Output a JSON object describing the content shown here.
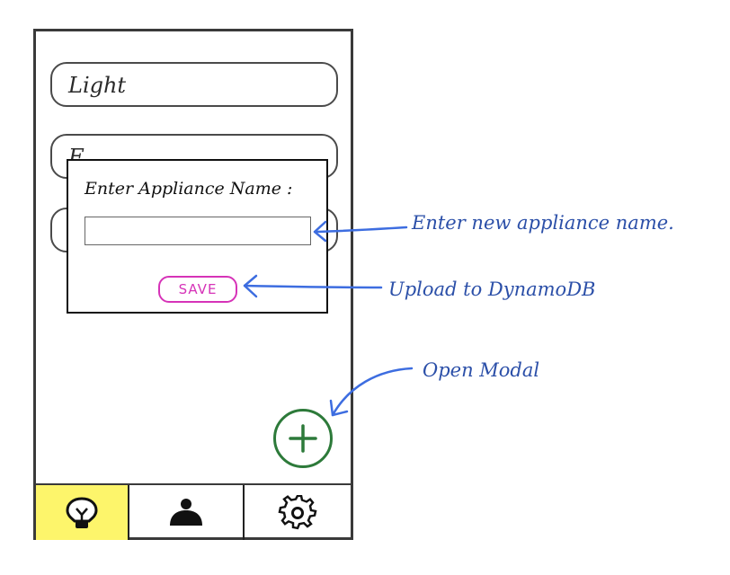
{
  "list": {
    "items": [
      {
        "label": "Light"
      },
      {
        "label": "F"
      },
      {
        "label": ""
      }
    ]
  },
  "modal": {
    "title": "Enter Appliance Name :",
    "input_value": "",
    "save_label": "SAVE"
  },
  "tabs": [
    {
      "icon": "lightbulb-icon",
      "active": true
    },
    {
      "icon": "user-icon",
      "active": false
    },
    {
      "icon": "gear-icon",
      "active": false
    }
  ],
  "fab": {
    "icon": "plus-icon"
  },
  "annotations": [
    {
      "text": "Enter new appliance name."
    },
    {
      "text": "Upload to DynamoDB"
    },
    {
      "text": "Open Modal"
    }
  ],
  "colors": {
    "save_accent": "#d633b8",
    "fab": "#2d7a3a",
    "annotation": "#2b4fa8",
    "active_tab": "#fdf56b"
  }
}
